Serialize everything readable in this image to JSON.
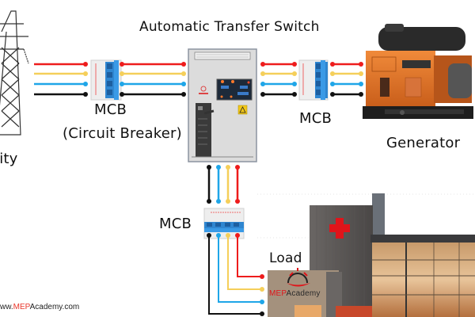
{
  "diagram": {
    "title": "Automatic Transfer Switch",
    "labels": {
      "mcb_utility": "MCB",
      "mcb_utility_sub": "(Circuit Breaker)",
      "mcb_generator": "MCB",
      "mcb_load": "MCB",
      "generator": "Generator",
      "utility": "lity",
      "load": "Load"
    },
    "watermark": {
      "prefix": "ww.",
      "brand": "MEP",
      "suffix": "Academy.com"
    },
    "building_logo": {
      "brand_red": "MEP",
      "brand_dark": "Academy"
    },
    "wire_colors": {
      "L1": "#ee1c1c",
      "L2": "#f5cf5a",
      "L3": "#1fa6e8",
      "N": "#111111"
    },
    "components": [
      "Utility Tower",
      "MCB (Circuit Breaker)",
      "Automatic Transfer Switch",
      "MCB",
      "Generator",
      "MCB",
      "Load (Hospital)"
    ]
  }
}
